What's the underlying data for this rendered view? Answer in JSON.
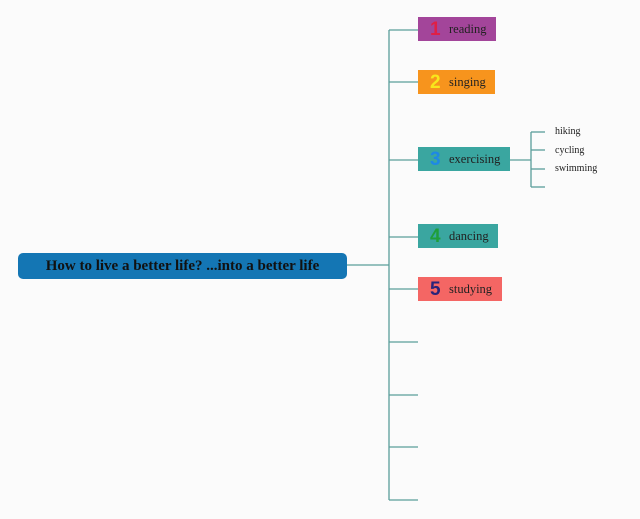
{
  "root": {
    "label": "How to live a better life? ...into a better life",
    "color": "#1476b4"
  },
  "topics": [
    {
      "number": "1",
      "label": "reading",
      "bg": "#a3459a",
      "num_color": "#e01f46"
    },
    {
      "number": "2",
      "label": "singing",
      "bg": "#f7941d",
      "num_color": "#f8e71c"
    },
    {
      "number": "3",
      "label": "exercising",
      "bg": "#3aa6a0",
      "num_color": "#1e88e5"
    },
    {
      "number": "4",
      "label": "dancing",
      "bg": "#3aa6a0",
      "num_color": "#1f9e3a"
    },
    {
      "number": "5",
      "label": "studying",
      "bg": "#f46664",
      "num_color": "#28237a"
    }
  ],
  "exercising_subtopics": [
    "hiking",
    "cycling",
    "swimming"
  ],
  "connector_color": "#5a9e9a"
}
